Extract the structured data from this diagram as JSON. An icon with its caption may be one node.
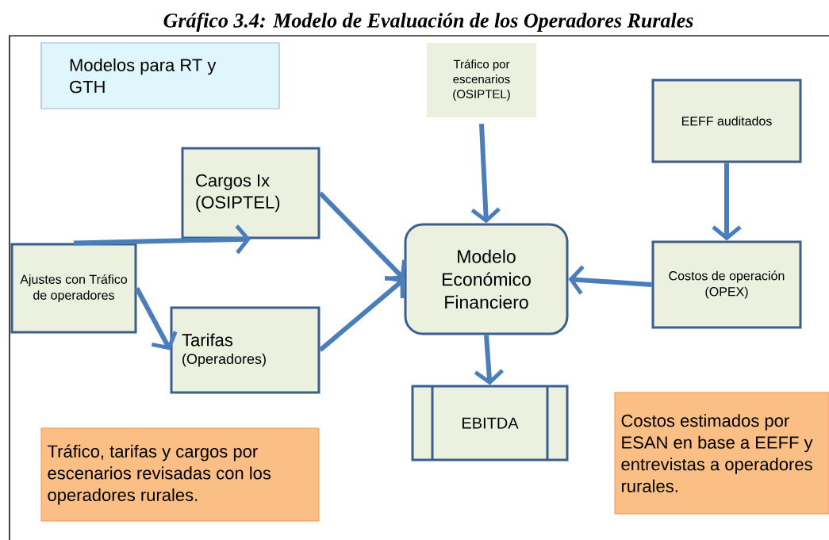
{
  "diagram": {
    "title": "Gráfico 3.4: Modelo de Evaluación de los Operadores Rurales",
    "nodes": [
      {
        "text": [
          "Modelos para RT y GTH"
        ]
      },
      {
        "text": [
          "Tráfico por escenarios (OSIPTEL)"
        ]
      },
      {
        "text": [
          "EEFF auditados"
        ]
      },
      {
        "text": [
          "Cargos Ix (OSIPTEL)"
        ]
      },
      {
        "text": [
          "Ajustes con Tráfico de operadores"
        ]
      },
      {
        "text": [
          "Modelo Económico Financiero"
        ]
      },
      {
        "text": [
          "Costos de operación (OPEX)"
        ]
      },
      {
        "text": [
          "Tarifas",
          "(Operadores)"
        ]
      },
      {
        "text": [
          "EBITDA"
        ]
      },
      {
        "text": [
          "Costos estimados por ESAN en base a EEFF y entrevistas a operadores rurales."
        ]
      },
      {
        "text": [
          "Tráfico, tarifas y cargos por escenarios revisadas con los operadores rurales."
        ]
      }
    ],
    "edges": [
      {
        "from": 4,
        "to": 3,
        "arrow": "to"
      },
      {
        "from": 4,
        "to": 7,
        "arrow": "to"
      },
      {
        "from": 3,
        "to": 5,
        "arrow": "to"
      },
      {
        "from": 7,
        "to": 5,
        "arrow": "to"
      },
      {
        "from": 1,
        "to": 5,
        "arrow": "to"
      },
      {
        "from": 2,
        "to": 6,
        "arrow": "to"
      },
      {
        "from": 6,
        "to": 5,
        "arrow": "to"
      },
      {
        "from": 5,
        "to": 8,
        "arrow": "to"
      }
    ]
  }
}
